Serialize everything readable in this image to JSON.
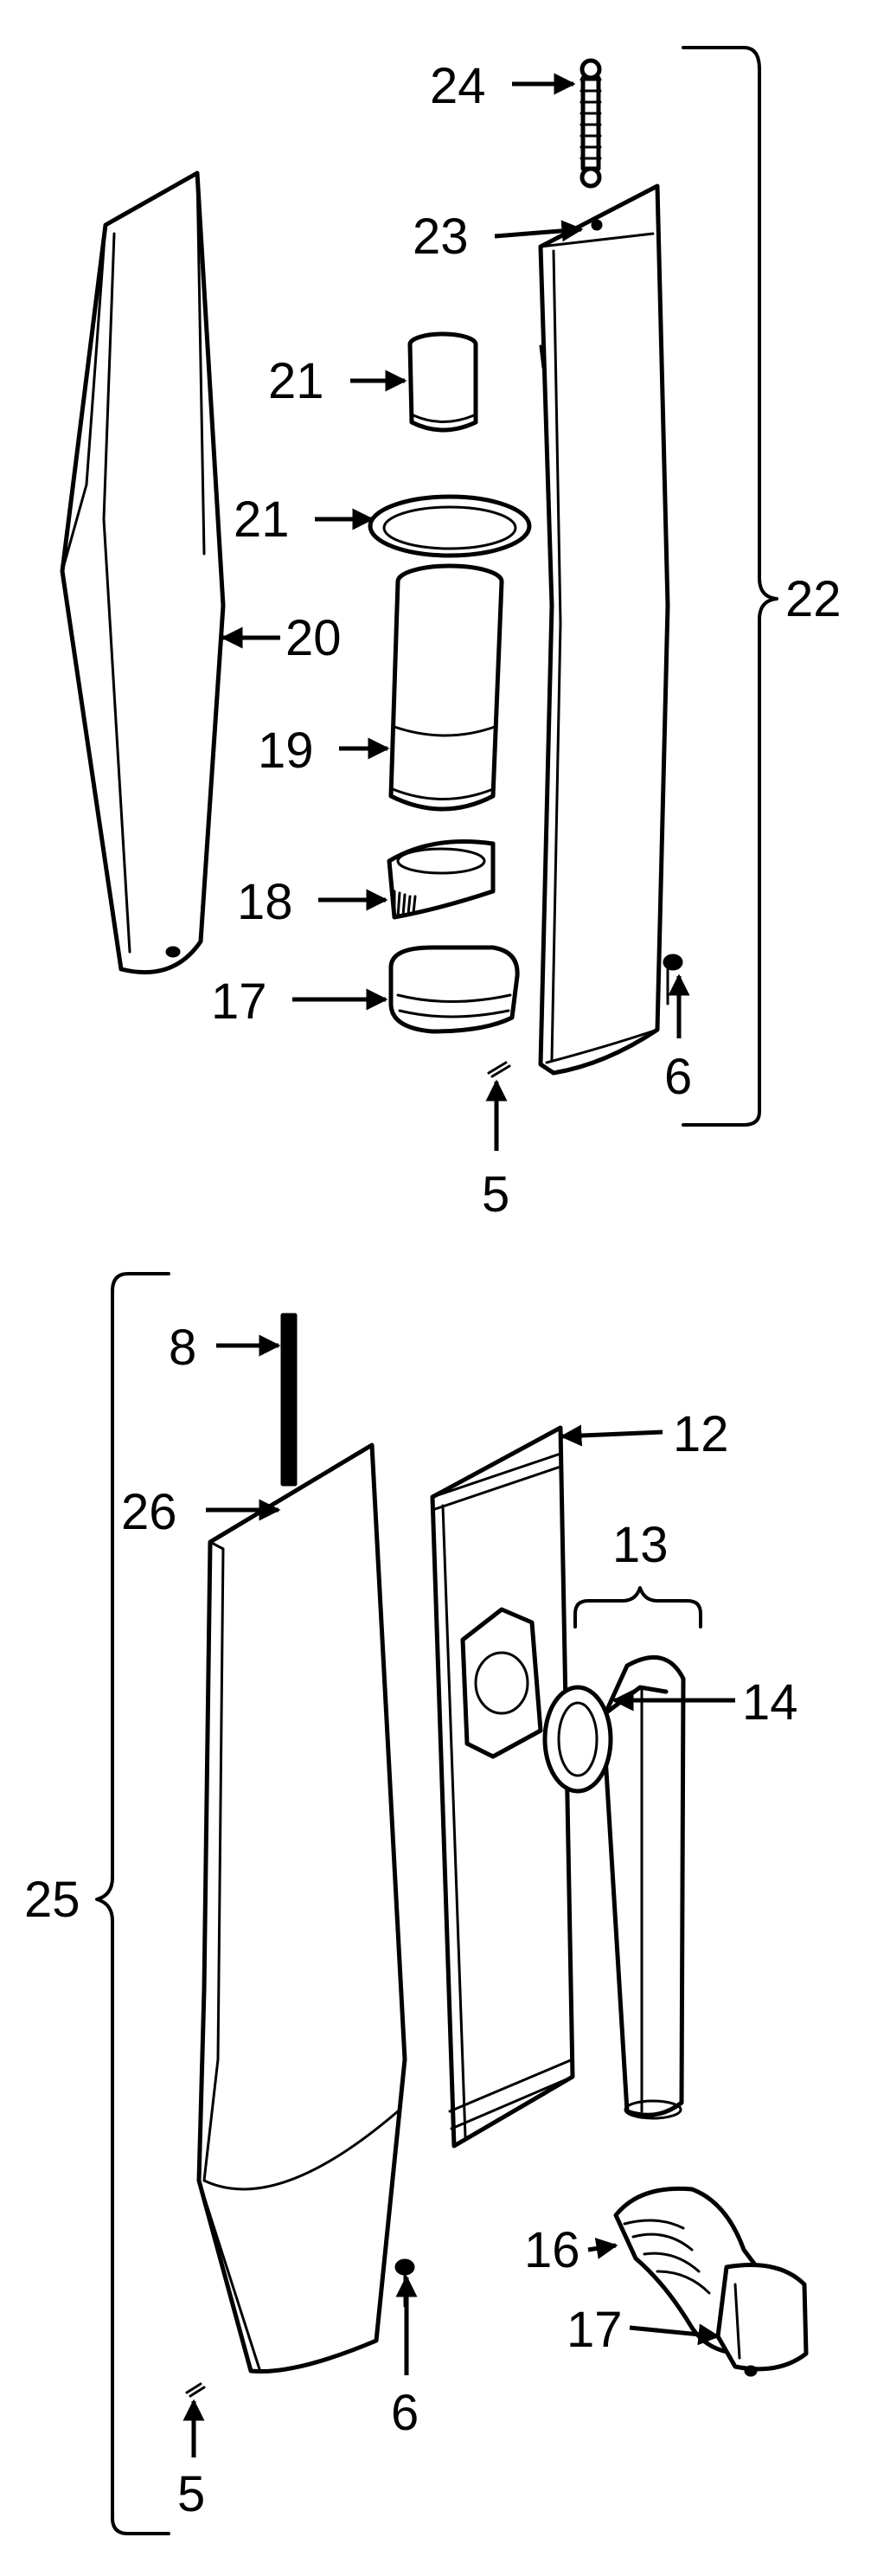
{
  "callouts": {
    "c24": "24",
    "c23": "23",
    "c22": "22",
    "c21a": "21",
    "c21b": "21",
    "c20": "20",
    "c19": "19",
    "c18": "18",
    "c17a": "17",
    "c6a": "6",
    "c5a": "5",
    "c8": "8",
    "c26": "26",
    "c12": "12",
    "c13": "13",
    "c14": "14",
    "c25": "25",
    "c16": "16",
    "c17b": "17",
    "c6b": "6",
    "c5b": "5"
  }
}
